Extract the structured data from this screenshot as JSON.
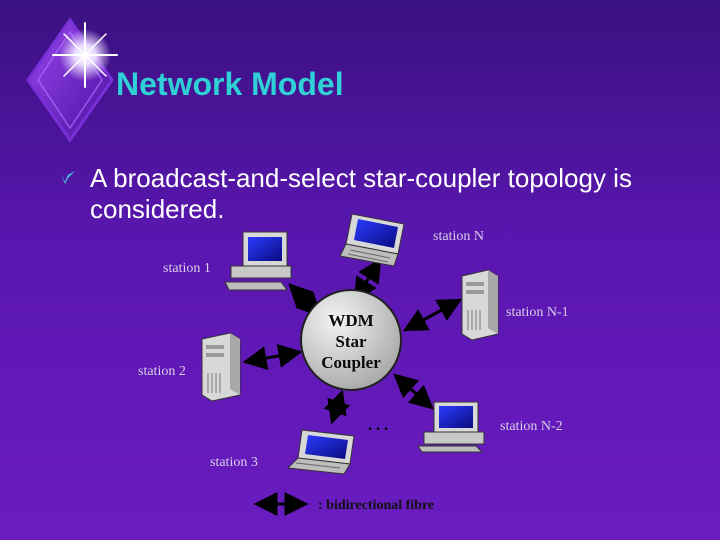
{
  "slide": {
    "title": "Network Model",
    "bullet": "A broadcast-and-select star-coupler topology is considered."
  },
  "diagram": {
    "coupler": {
      "line1": "WDM",
      "line2": "Star",
      "line3": "Coupler"
    },
    "stations": [
      {
        "label": "station N"
      },
      {
        "label": "station 1"
      },
      {
        "label": "station N-1"
      },
      {
        "label": "station 2"
      },
      {
        "label": "station N-2"
      },
      {
        "label": "station 3"
      }
    ],
    "ellipsis": ". . .",
    "legend": ": bidirectional fibre"
  },
  "colors": {
    "background": "#4a14a0",
    "title": "#2fd0d6",
    "bullet_text": "#ffffff",
    "coupler_fill": "#d6d6d6",
    "arrow": "#000000"
  }
}
